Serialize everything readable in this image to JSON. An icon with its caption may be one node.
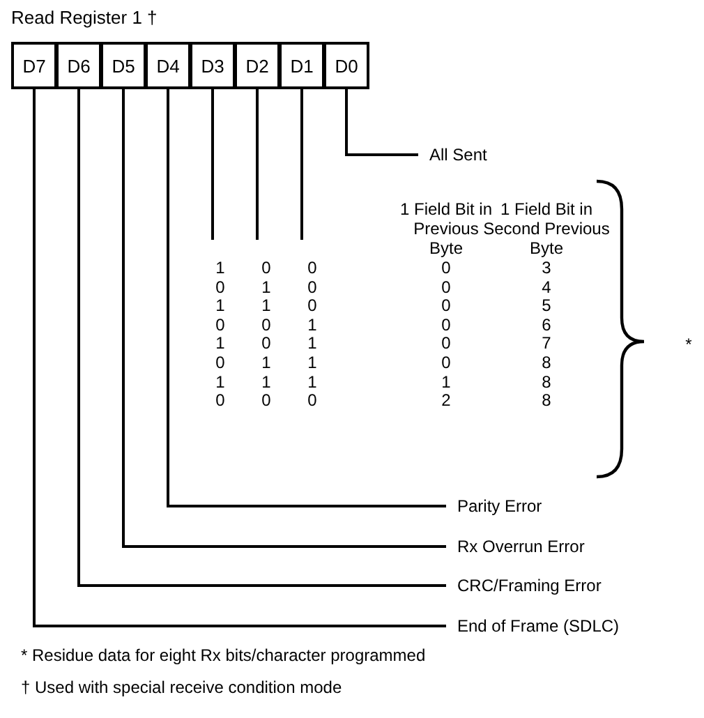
{
  "diagram": {
    "title": "Read Register 1 †",
    "nodes": [
      {
        "text": [
          "D7"
        ]
      },
      {
        "text": [
          "D6"
        ]
      },
      {
        "text": [
          "D5"
        ]
      },
      {
        "text": [
          "D4"
        ]
      },
      {
        "text": [
          "D3"
        ]
      },
      {
        "text": [
          "D2"
        ]
      },
      {
        "text": [
          "D1"
        ]
      },
      {
        "text": [
          "D0"
        ]
      },
      {
        "text": [
          "All Sent"
        ]
      },
      {
        "text": [
          "Parity Error"
        ]
      },
      {
        "text": [
          "Rx Overrun Error"
        ]
      },
      {
        "text": [
          "CRC/Framing Error"
        ]
      },
      {
        "text": [
          "End of Frame (SDLC)"
        ]
      }
    ],
    "edges": [
      {
        "from": 7,
        "to": 8,
        "arrow": "none"
      },
      {
        "from": 4,
        "to": null,
        "arrow": "none"
      },
      {
        "from": 5,
        "to": null,
        "arrow": "none"
      },
      {
        "from": 6,
        "to": null,
        "arrow": "none"
      },
      {
        "from": 3,
        "to": 9,
        "arrow": "none"
      },
      {
        "from": 2,
        "to": 10,
        "arrow": "none"
      },
      {
        "from": 1,
        "to": 11,
        "arrow": "none"
      },
      {
        "from": 0,
        "to": 12,
        "arrow": "none"
      }
    ],
    "labels": [
      "1 Field Bit in Previous Byte",
      "1 Field Bit in Second Previous Byte",
      "1",
      "0",
      "0",
      "0",
      "3",
      "0",
      "1",
      "0",
      "0",
      "4",
      "1",
      "1",
      "0",
      "0",
      "5",
      "0",
      "0",
      "1",
      "0",
      "6",
      "1",
      "0",
      "1",
      "0",
      "7",
      "0",
      "1",
      "1",
      "0",
      "8",
      "1",
      "1",
      "1",
      "1",
      "8",
      "0",
      "0",
      "0",
      "2",
      "8",
      "*",
      "* Residue data for eight Rx bits/character programmed",
      "† Used with special receive condition mode"
    ]
  }
}
